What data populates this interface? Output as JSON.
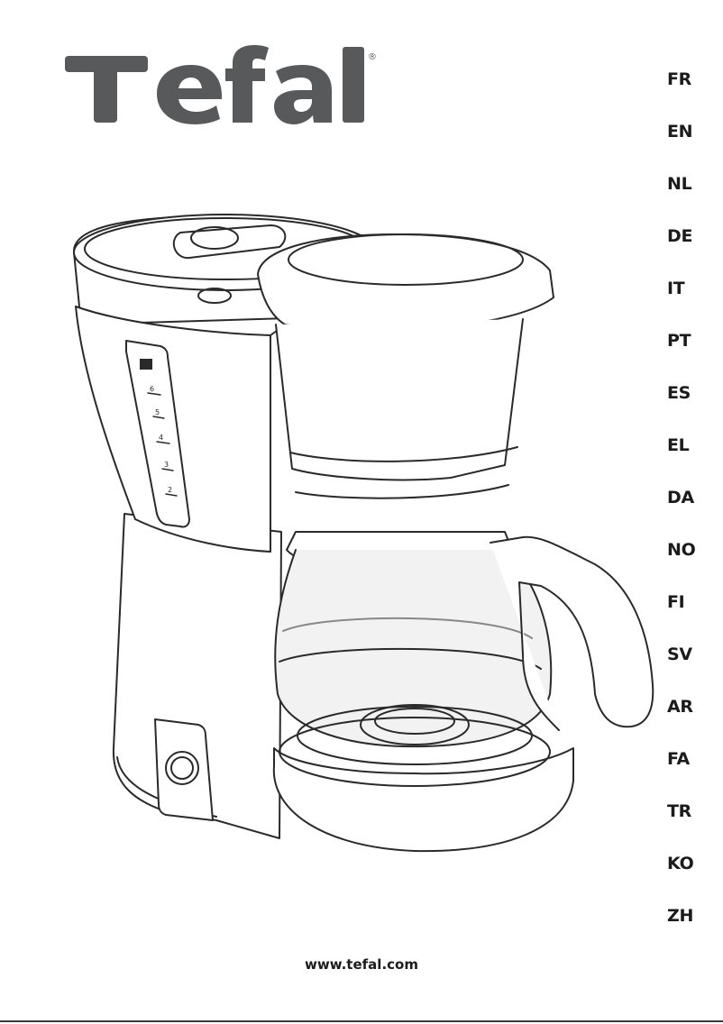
{
  "brand": {
    "name": "Tefal",
    "trademark": "®",
    "color": "#58595b"
  },
  "languages": [
    "FR",
    "EN",
    "NL",
    "DE",
    "IT",
    "PT",
    "ES",
    "EL",
    "DA",
    "NO",
    "FI",
    "SV",
    "AR",
    "FA",
    "TR",
    "KO",
    "ZH"
  ],
  "illustration": {
    "level_marks": [
      "6",
      "5",
      "4",
      "3",
      "2"
    ]
  },
  "footer": {
    "url": "www.tefal.com"
  }
}
